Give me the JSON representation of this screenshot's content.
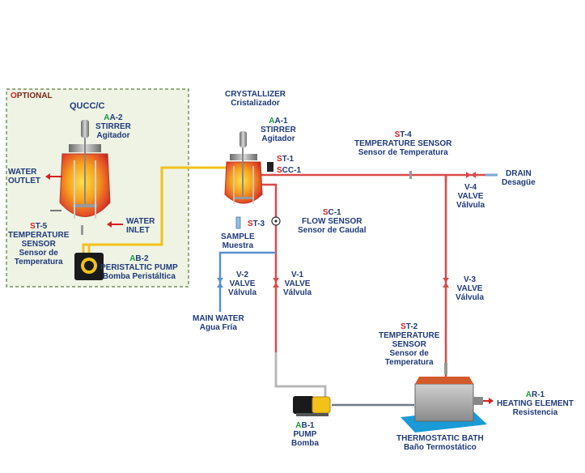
{
  "optional": {
    "title": "OPTIONAL"
  },
  "quucc": {
    "label": "QUCC/C"
  },
  "aa2": {
    "code_prefix": "A",
    "code_rest": "A-2",
    "name": "STIRRER",
    "name_es": "Agitador"
  },
  "water_outlet": {
    "line1": "WATER",
    "line2": "OUTLET"
  },
  "water_inlet": {
    "line1": "WATER",
    "line2": "INLET"
  },
  "st5": {
    "code_prefix": "S",
    "code_rest": "T-5",
    "name1": "TEMPERATURE",
    "name2": "SENSOR",
    "es1": "Sensor de",
    "es2": "Temperatura"
  },
  "ab2": {
    "code_prefix": "A",
    "code_rest": "B-2",
    "name": "PERISTALTIC PUMP",
    "name_es": "Bomba Peristáltica"
  },
  "crystallizer": {
    "name": "CRYSTALLIZER",
    "name_es": "Cristalizador"
  },
  "aa1": {
    "code_prefix": "A",
    "code_rest": "A-1",
    "name": "STIRRER",
    "name_es": "Agitador"
  },
  "st1": {
    "code_prefix": "S",
    "code_rest": "T-1"
  },
  "scc1": {
    "code_prefix": "S",
    "code_rest": "CC-1"
  },
  "st4": {
    "code_prefix": "S",
    "code_rest": "T-4",
    "name": "TEMPERATURE SENSOR",
    "name_es": "Sensor de Temperatura"
  },
  "drain": {
    "name": "DRAIN",
    "name_es": "Desagüe"
  },
  "v4": {
    "code": "V-4",
    "name": "VALVE",
    "name_es": "Válvula"
  },
  "sc1": {
    "code_prefix": "S",
    "code_rest": "C-1",
    "name": "FLOW SENSOR",
    "name_es": "Sensor de Caudal"
  },
  "st3": {
    "code_prefix": "S",
    "code_rest": "T-3"
  },
  "sample": {
    "name": "SAMPLE",
    "name_es": "Muestra"
  },
  "v2": {
    "code": "V-2",
    "name": "VALVE",
    "name_es": "Válvula"
  },
  "v1": {
    "code": "V-1",
    "name": "VALVE",
    "name_es": "Válvula"
  },
  "v3": {
    "code": "V-3",
    "name": "VALVE",
    "name_es": "Válvula"
  },
  "main_water": {
    "name": "MAIN WATER",
    "name_es": "Agua Fría"
  },
  "st2": {
    "code_prefix": "S",
    "code_rest": "T-2",
    "name1": "TEMPERATURE",
    "name2": "SENSOR",
    "es1": "Sensor de",
    "es2": "Temperatura"
  },
  "ar1": {
    "code_prefix": "A",
    "code_rest": "R-1",
    "name": "HEATING ELEMENT",
    "name_es": "Resistencia"
  },
  "ab1": {
    "code_prefix": "A",
    "code_rest": "B-1",
    "name": "PUMP",
    "name_es": "Bomba"
  },
  "thermostatic_bath": {
    "name": "THERMOSTATIC BATH",
    "name_es": "Baño Termostático"
  },
  "colors": {
    "hot_pipe": "#d94a4a",
    "yellow_pipe": "#f2c21a",
    "grey_pipe": "#b8b8b8",
    "blue_pipe": "#5a8fd0",
    "label": "#1f3a7a",
    "code_red": "#d42020",
    "code_green": "#1b9a3b"
  }
}
